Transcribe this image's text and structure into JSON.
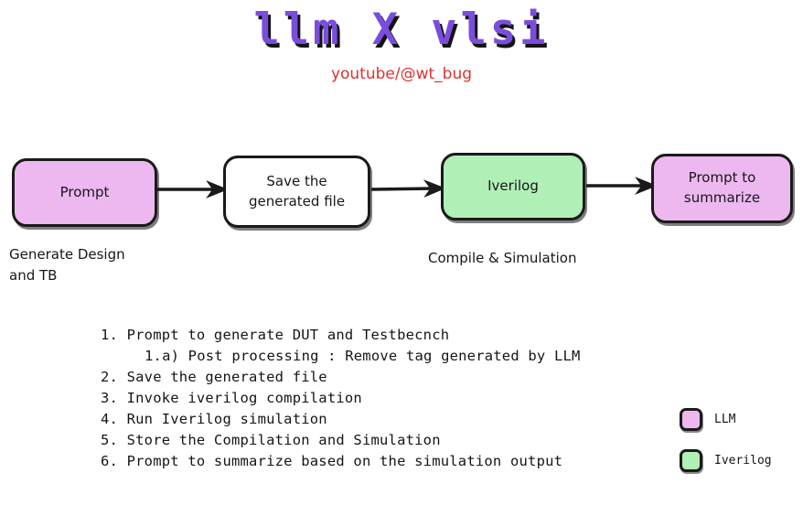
{
  "title": {
    "main": "llm X vlsi",
    "subtitle": "youtube/@wt_bug",
    "main_color": "#7a4ddd",
    "subtitle_color": "#e03030",
    "shadow_color": "#141414"
  },
  "colors": {
    "llm_fill": "#edb8f0",
    "iverilog_fill": "#b0efb6",
    "plain_fill": "#ffffff",
    "stroke": "#1a1a1a",
    "text": "#17171b"
  },
  "flow": {
    "nodes": [
      {
        "id": "prompt",
        "label": "Prompt",
        "fill": "#edb8f0"
      },
      {
        "id": "save",
        "label": "Save the\ngenerated file",
        "fill": "#ffffff"
      },
      {
        "id": "iverilog",
        "label": "Iverilog",
        "fill": "#b0efb6"
      },
      {
        "id": "summarize",
        "label": "Prompt to\nsummarize",
        "fill": "#edb8f0"
      }
    ],
    "arrows": [
      {
        "from": "prompt",
        "to": "save"
      },
      {
        "from": "save",
        "to": "iverilog"
      },
      {
        "from": "iverilog",
        "to": "summarize"
      }
    ],
    "captions": [
      {
        "id": "left",
        "text": "Generate Design\n   and TB"
      },
      {
        "id": "mid",
        "text": "Compile & Simulation"
      }
    ]
  },
  "steps": [
    {
      "level": 0,
      "text": "1. Prompt to generate DUT and Testbecnch"
    },
    {
      "level": 1,
      "text": "1.a) Post processing : Remove tag generated by LLM"
    },
    {
      "level": 0,
      "text": "2. Save the generated file"
    },
    {
      "level": 0,
      "text": "3. Invoke iverilog compilation"
    },
    {
      "level": 0,
      "text": "4. Run Iverilog simulation"
    },
    {
      "level": 0,
      "text": "5. Store the Compilation and Simulation"
    },
    {
      "level": 0,
      "text": "6. Prompt to summarize based on the simulation output"
    }
  ],
  "legend": [
    {
      "label": "LLM",
      "color": "#edb8f0"
    },
    {
      "label": "Iverilog",
      "color": "#b0efb6"
    }
  ]
}
